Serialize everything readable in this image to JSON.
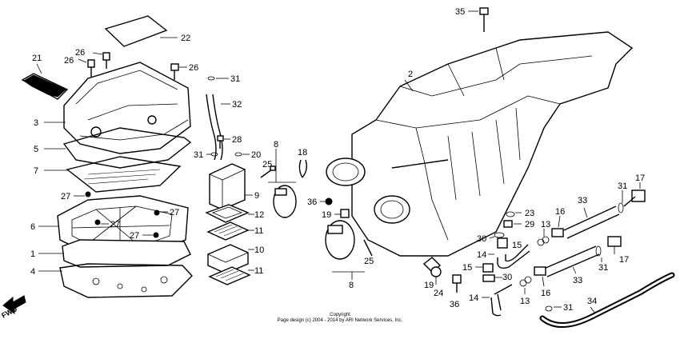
{
  "diagram": {
    "callouts": [
      {
        "id": "22",
        "text": "22"
      },
      {
        "id": "21",
        "text": "21"
      },
      {
        "id": "26a",
        "text": "26"
      },
      {
        "id": "26b",
        "text": "26"
      },
      {
        "id": "26c",
        "text": "26"
      },
      {
        "id": "3",
        "text": "3"
      },
      {
        "id": "5",
        "text": "5"
      },
      {
        "id": "7",
        "text": "7"
      },
      {
        "id": "27a",
        "text": "27"
      },
      {
        "id": "27b",
        "text": "27"
      },
      {
        "id": "27c",
        "text": "27"
      },
      {
        "id": "27d",
        "text": "27"
      },
      {
        "id": "6",
        "text": "6"
      },
      {
        "id": "1",
        "text": "1"
      },
      {
        "id": "4",
        "text": "4"
      },
      {
        "id": "31a",
        "text": "31"
      },
      {
        "id": "32",
        "text": "32"
      },
      {
        "id": "28",
        "text": "28"
      },
      {
        "id": "31b",
        "text": "31"
      },
      {
        "id": "20",
        "text": "20"
      },
      {
        "id": "9",
        "text": "9"
      },
      {
        "id": "12",
        "text": "12"
      },
      {
        "id": "11a",
        "text": "11"
      },
      {
        "id": "10",
        "text": "10"
      },
      {
        "id": "11b",
        "text": "11"
      },
      {
        "id": "8a",
        "text": "8"
      },
      {
        "id": "25a",
        "text": "25"
      },
      {
        "id": "18",
        "text": "18"
      },
      {
        "id": "36a",
        "text": "36"
      },
      {
        "id": "19a",
        "text": "19"
      },
      {
        "id": "25b",
        "text": "25"
      },
      {
        "id": "8b",
        "text": "8"
      },
      {
        "id": "35",
        "text": "35"
      },
      {
        "id": "2",
        "text": "2"
      },
      {
        "id": "23",
        "text": "23"
      },
      {
        "id": "29",
        "text": "29"
      },
      {
        "id": "30a",
        "text": "30"
      },
      {
        "id": "15a",
        "text": "15"
      },
      {
        "id": "14a",
        "text": "14"
      },
      {
        "id": "15b",
        "text": "15"
      },
      {
        "id": "30b",
        "text": "30"
      },
      {
        "id": "19b",
        "text": "19"
      },
      {
        "id": "24",
        "text": "24"
      },
      {
        "id": "36b",
        "text": "36"
      },
      {
        "id": "14b",
        "text": "14"
      },
      {
        "id": "16a",
        "text": "16"
      },
      {
        "id": "13a",
        "text": "13"
      },
      {
        "id": "33a",
        "text": "33"
      },
      {
        "id": "31c",
        "text": "31"
      },
      {
        "id": "17a",
        "text": "17"
      },
      {
        "id": "17b",
        "text": "17"
      },
      {
        "id": "31d",
        "text": "31"
      },
      {
        "id": "33b",
        "text": "33"
      },
      {
        "id": "16b",
        "text": "16"
      },
      {
        "id": "13b",
        "text": "13"
      },
      {
        "id": "31e",
        "text": "31"
      },
      {
        "id": "34",
        "text": "34"
      }
    ],
    "fwd_label": "FWD",
    "copyright_line1": "Copyright",
    "copyright_line2": "Page design (c) 2004 - 2014 by ARI Network Services, Inc."
  }
}
